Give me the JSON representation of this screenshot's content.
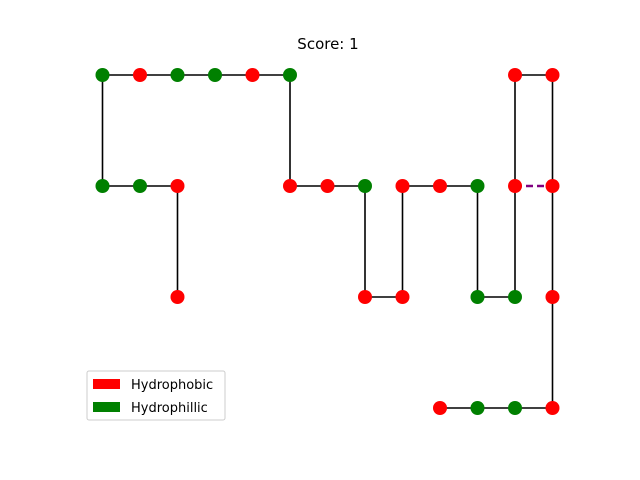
{
  "title": "Score: 1",
  "chart_data": {
    "type": "scatter",
    "title": "Score: 1",
    "lattice": "2D square grid",
    "sequence": [
      {
        "x": 2,
        "y": 0,
        "type": "H"
      },
      {
        "x": 2,
        "y": 1,
        "type": "H"
      },
      {
        "x": 1,
        "y": 1,
        "type": "P"
      },
      {
        "x": 0,
        "y": 1,
        "type": "P"
      },
      {
        "x": 0,
        "y": 2,
        "type": "P"
      },
      {
        "x": 1,
        "y": 2,
        "type": "H"
      },
      {
        "x": 2,
        "y": 2,
        "type": "P"
      },
      {
        "x": 3,
        "y": 2,
        "type": "P"
      },
      {
        "x": 4,
        "y": 2,
        "type": "H"
      },
      {
        "x": 5,
        "y": 2,
        "type": "P"
      },
      {
        "x": 5,
        "y": 1,
        "type": "H"
      },
      {
        "x": 6,
        "y": 1,
        "type": "H"
      },
      {
        "x": 7,
        "y": 1,
        "type": "P"
      },
      {
        "x": 7,
        "y": 0,
        "type": "H"
      },
      {
        "x": 8,
        "y": 0,
        "type": "H"
      },
      {
        "x": 8,
        "y": 1,
        "type": "H"
      },
      {
        "x": 9,
        "y": 1,
        "type": "H"
      },
      {
        "x": 10,
        "y": 1,
        "type": "P"
      },
      {
        "x": 10,
        "y": 0,
        "type": "P"
      },
      {
        "x": 11,
        "y": 0,
        "type": "P"
      },
      {
        "x": 11,
        "y": 1,
        "type": "H"
      },
      {
        "x": 11,
        "y": 2,
        "type": "H"
      },
      {
        "x": 12,
        "y": 2,
        "type": "H"
      },
      {
        "x": 12,
        "y": 1,
        "type": "H"
      },
      {
        "x": 12,
        "y": 0,
        "type": "H"
      },
      {
        "x": 12,
        "y": -1,
        "type": "H"
      },
      {
        "x": 11,
        "y": -1,
        "type": "P"
      },
      {
        "x": 10,
        "y": -1,
        "type": "P"
      },
      {
        "x": 9,
        "y": -1,
        "type": "H"
      }
    ],
    "contacts": [
      {
        "from": [
          11,
          1
        ],
        "to": [
          12,
          1
        ]
      }
    ],
    "legend": {
      "placement": "lower-left",
      "entries": [
        {
          "label": "Hydrophobic",
          "code": "H",
          "color": "#ff0000"
        },
        {
          "label": "Hydrophillic",
          "code": "P",
          "color": "#008000"
        }
      ]
    },
    "colors": {
      "backbone": "#000000",
      "contact": "#800080"
    },
    "grid": false,
    "axes": false
  }
}
